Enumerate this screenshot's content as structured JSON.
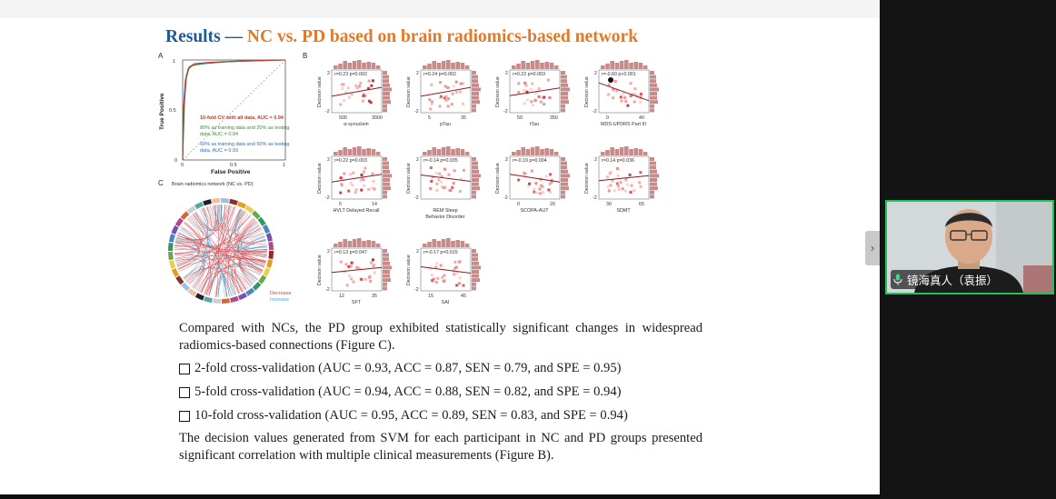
{
  "slide": {
    "title_part1": "Results — ",
    "title_part2": "NC vs. PD based on brain radiomics-based network",
    "panel_a": {
      "letter": "A",
      "xlabel": "False Positive",
      "ylabel": "True Positive",
      "x_ticks": [
        "0",
        "0.5",
        "1"
      ],
      "y_ticks": [
        "0",
        "0.5",
        "1"
      ],
      "legend": [
        {
          "text": "10-fold CV with all data, AUC = 0.94",
          "color": "#c0392b"
        },
        {
          "text": "80% as training data and 20% as testing data, AUC = 0.94",
          "color": "#3a8a3a"
        },
        {
          "text": "50% as training data and 50% as testing data, AUC = 0.93",
          "color": "#2e6fb5"
        }
      ]
    },
    "panel_b": {
      "letter": "B",
      "ylabel": "Decision value",
      "plots": [
        {
          "stat": "r=0.23 p=0.002",
          "xlabel": "α-synuclein",
          "xticks": [
            "500",
            "3000"
          ]
        },
        {
          "stat": "r=0.24 p=0.002",
          "xlabel": "pTau",
          "xticks": [
            "5",
            "35"
          ]
        },
        {
          "stat": "r=0.22 p=0.003",
          "xlabel": "tTau",
          "xticks": [
            "50",
            "350"
          ]
        },
        {
          "stat": "r=-0.60 p<0.001",
          "xlabel": "MDS-UPDRS Part III",
          "xticks": [
            "0",
            "40"
          ]
        },
        {
          "stat": "r=0.22 p=0.003",
          "xlabel": "HVLT Delayed Recall",
          "xticks": [
            "5",
            "14"
          ]
        },
        {
          "stat": "r=-0.14 p=0.035",
          "xlabel": "REM Sleep Behavior Disorder",
          "xticks": [
            "",
            ""
          ]
        },
        {
          "stat": "r=-0.19 p=0.004",
          "xlabel": "SCOPA-AUT",
          "xticks": [
            "0",
            "20"
          ]
        },
        {
          "stat": "r=0.14 p=0.036",
          "xlabel": "SDMT",
          "xticks": [
            "30",
            "65"
          ]
        },
        {
          "stat": "r=0.13 p=0.047",
          "xlabel": "SFT",
          "xticks": [
            "12",
            "35"
          ]
        },
        {
          "stat": "r=-0.17 p=0.015",
          "xlabel": "SAI",
          "xticks": [
            "15",
            "45"
          ]
        }
      ],
      "y_ticks": [
        "2",
        "-2"
      ]
    },
    "panel_c": {
      "letter": "C",
      "title": "Brain radiomics network (NC vs. PD)",
      "legend_decrease": "Decrease",
      "legend_increase": "Increase"
    },
    "paragraph1": "Compared with NCs, the PD group exhibited statistically significant changes in widespread radiomics-based connections (Figure C).",
    "bullets": [
      "2-fold cross-validation (AUC = 0.93, ACC = 0.87, SEN = 0.79, and SPE = 0.95)",
      "5-fold cross-validation (AUC = 0.94, ACC = 0.88, SEN = 0.82, and SPE = 0.94)",
      "10-fold cross-validation (AUC = 0.95, ACC = 0.89, SEN = 0.83, and SPE = 0.94)"
    ],
    "paragraph2": "The decision values generated from SVM for each participant in NC and PD groups presented significant correlation with multiple clinical measurements (Figure B)."
  },
  "video": {
    "participant_name": "镜海真人（袁振）",
    "border_color": "#23c05a"
  },
  "colors": {
    "title_blue": "#1f5c94",
    "title_orange": "#e07a2a",
    "decrease": "#e23b3b",
    "increase": "#3fa9d6"
  }
}
